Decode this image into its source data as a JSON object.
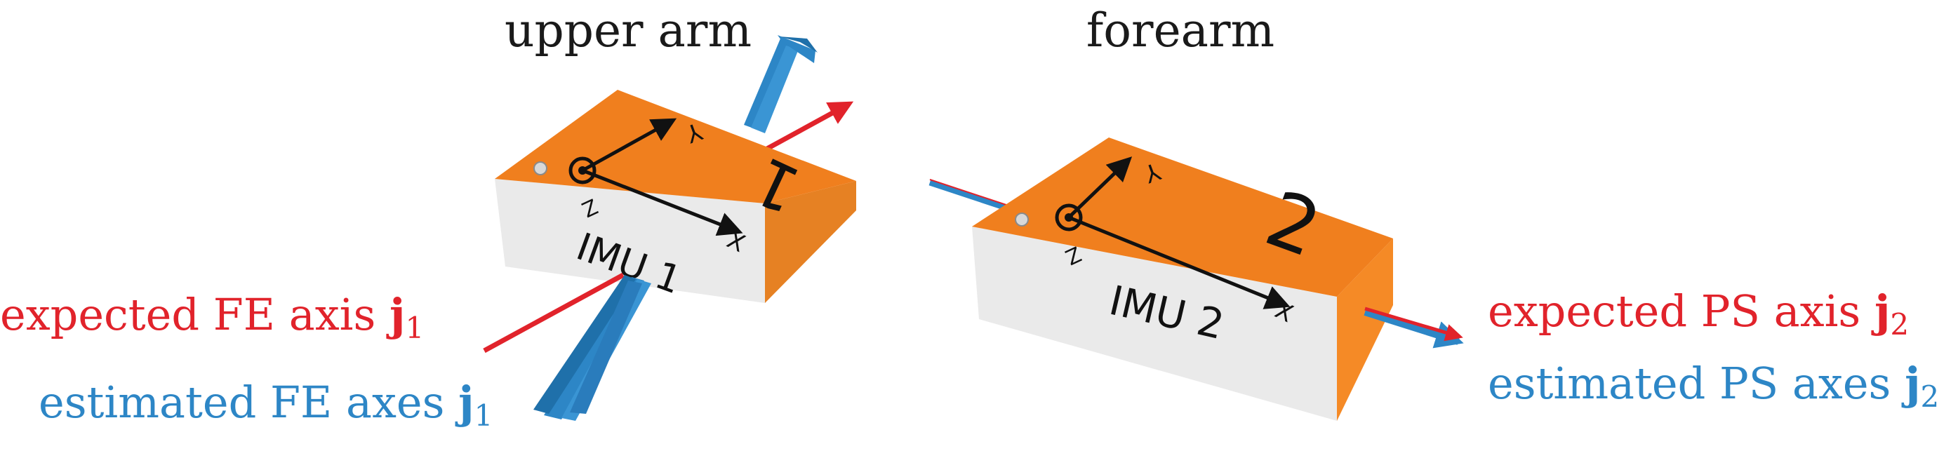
{
  "titles": {
    "upper": "upper arm",
    "fore": "forearm"
  },
  "imu1": {
    "name": "IMU 1",
    "digit": "1",
    "axes": {
      "x": "X",
      "y": "Y",
      "z": "Z"
    }
  },
  "imu2": {
    "name": "IMU 2",
    "digit": "2",
    "axes": {
      "x": "X",
      "y": "Y",
      "z": "Z"
    }
  },
  "legend": {
    "fe_expected": "expected FE axis ",
    "fe_estimated": "estimated FE axes ",
    "ps_expected": "expected PS axis ",
    "ps_estimated": "estimated PS axes ",
    "j": "j",
    "sub1": "1",
    "sub2": "2"
  },
  "colors": {
    "box_top": "#f07f1e",
    "box_front": "#eaeaea",
    "box_side": "#f58a26",
    "expected": "#e1232b",
    "estimated": "#2d86c6",
    "text": "#1a1a1a"
  }
}
